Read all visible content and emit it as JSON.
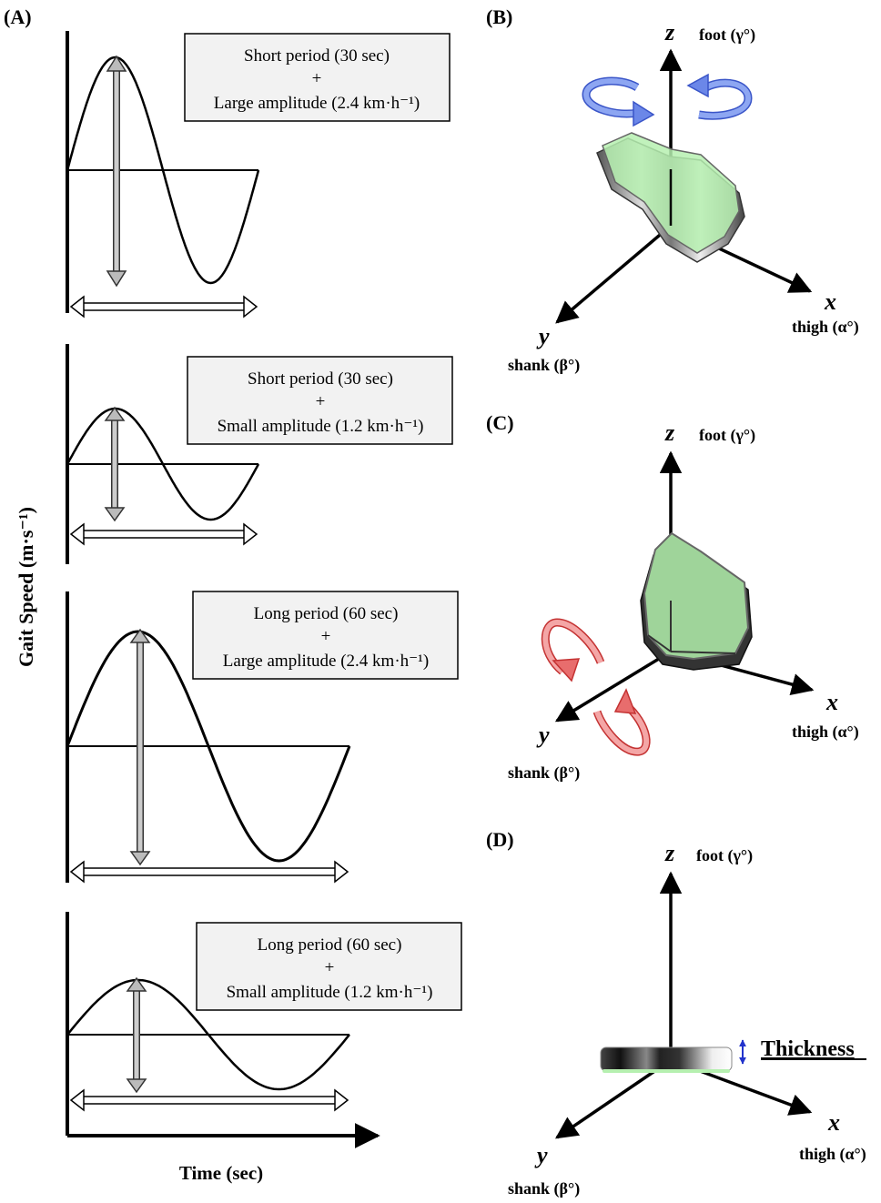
{
  "panel_labels": {
    "a": "(A)",
    "b": "(B)",
    "c": "(C)",
    "d": "(D)"
  },
  "axis_titles": {
    "y": "Gait Speed (m·s⁻¹)",
    "x": "Time (sec)"
  },
  "waves": [
    {
      "line1": "Short period (30 sec)",
      "plus": "+",
      "line3": "Large amplitude (2.4 km·h⁻¹)"
    },
    {
      "line1": "Short period (30 sec)",
      "plus": "+",
      "line3": "Small amplitude (1.2 km·h⁻¹)"
    },
    {
      "line1": "Long period (60 sec)",
      "plus": "+",
      "line3": "Large amplitude (2.4 km·h⁻¹)"
    },
    {
      "line1": "Long period (60 sec)",
      "plus": "+",
      "line3": "Small amplitude (1.2 km·h⁻¹)"
    }
  ],
  "axes3d": {
    "z": "z",
    "x": "x",
    "y": "y",
    "foot": "foot (γ°)",
    "thigh": "thigh (α°)",
    "shank": "shank (β°)"
  },
  "thickness_label": "Thickness",
  "colors": {
    "rotate_blue": "#5b7fe6",
    "rotate_red": "#e05555",
    "ellipse_green": "#b6f0b0"
  }
}
